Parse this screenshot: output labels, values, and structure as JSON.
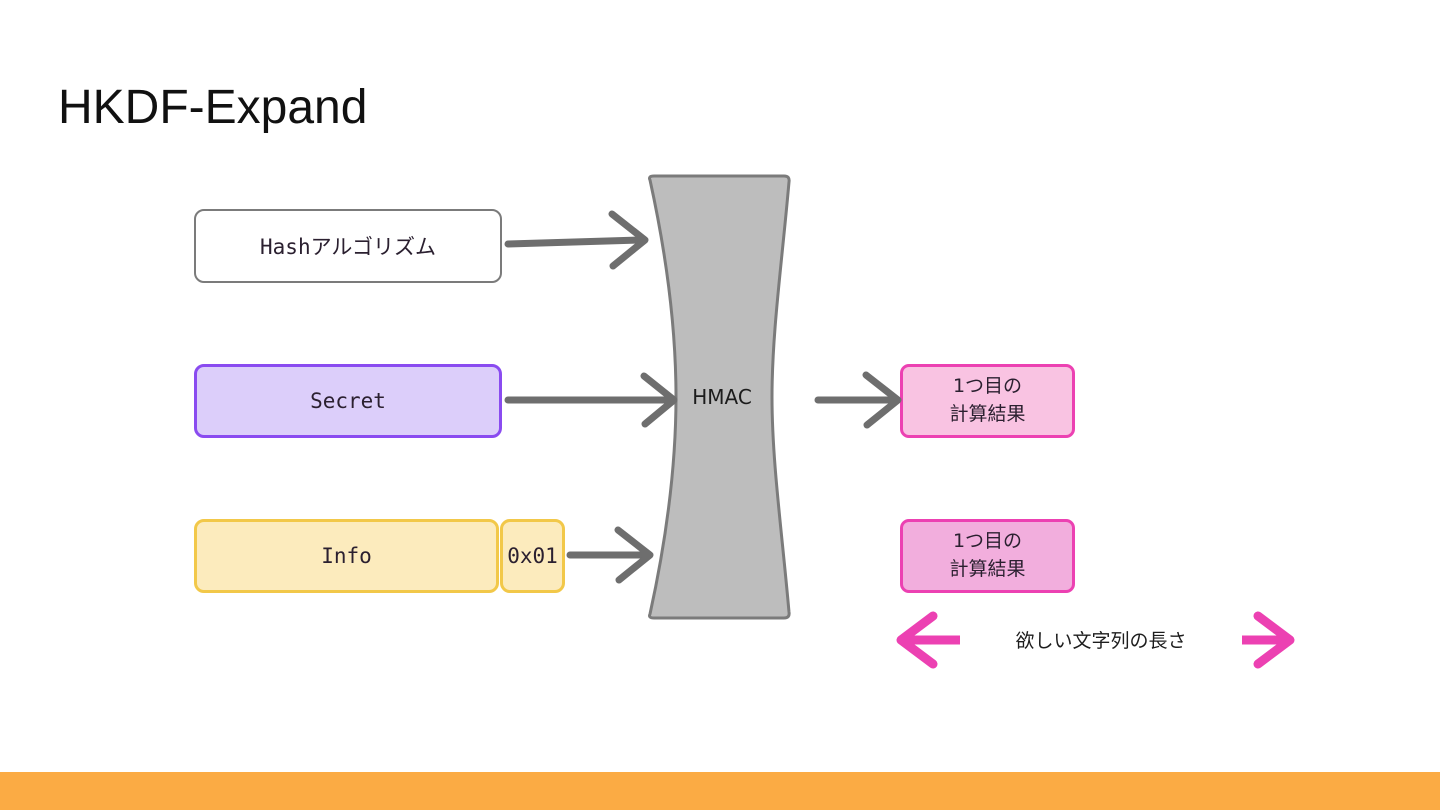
{
  "slide": {
    "title": "HKDF-Expand",
    "background_color": "#ffffff",
    "footer_color": "#fbab44"
  },
  "diagram": {
    "inputs": [
      {
        "id": "hash-algorithm",
        "label": "Hashアルゴリズム",
        "fill": "#ffffff",
        "stroke": "#7b7b7b"
      },
      {
        "id": "secret",
        "label": "Secret",
        "fill": "#dccefa",
        "stroke": "#8a4bf0"
      },
      {
        "id": "info",
        "label": "Info",
        "fill": "#fcebbd",
        "stroke": "#f2c849"
      },
      {
        "id": "counter-byte",
        "label": "0x01",
        "fill": "#fcebbd",
        "stroke": "#f2c849"
      }
    ],
    "processor": {
      "id": "hmac",
      "label": "HMAC",
      "fill": "#bdbdbd",
      "stroke": "#7b7b7b"
    },
    "outputs": [
      {
        "id": "result-1",
        "line1": "1つ目の",
        "line2": "計算結果",
        "fill": "#f9c3e2",
        "stroke": "#ec41b2"
      },
      {
        "id": "result-2",
        "line1": "1つ目の",
        "line2": "計算結果",
        "fill": "#f2aedd",
        "stroke": "#ec41b2"
      }
    ],
    "measure": {
      "label": "欲しい文字列の長さ",
      "color": "#ec41b2"
    },
    "arrow_color": "#6e6e6e"
  }
}
